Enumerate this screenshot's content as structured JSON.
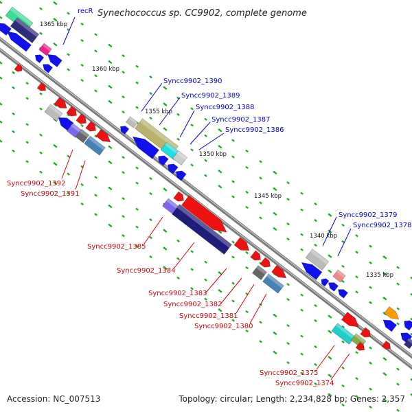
{
  "title": "Synechococcus sp. CC9902, complete genome",
  "ticks": [
    "1365 kbp",
    "1360 kbp",
    "1355 kbp",
    "1350 kbp",
    "1345 kbp",
    "1340 kbp",
    "1335 kbp"
  ],
  "genes_blue": [
    "recR",
    "Syncc9902_1390",
    "Syncc9902_1389",
    "Syncc9902_1388",
    "Syncc9902_1387",
    "Syncc9902_1386",
    "Syncc9902_1379",
    "Syncc9902_1378"
  ],
  "genes_red": [
    "Syncc9902_1392",
    "Syncc9902_1391",
    "Syncc9902_1385",
    "Syncc9902_1384",
    "Syncc9902_1383",
    "Syncc9902_1382",
    "Syncc9902_1381",
    "Syncc9902_1380",
    "Syncc9902_1375",
    "Syncc9902_1374"
  ],
  "footer": {
    "accession": "Accession: NC_007513",
    "summary": "Topology: circular; Length: 2,234,828 bp; Genes: 2,357"
  },
  "colors": {
    "forward_cds": "#ee1111",
    "reverse_cds": "#1111ee",
    "backbone": "#888888",
    "tick": "#22aa22"
  }
}
